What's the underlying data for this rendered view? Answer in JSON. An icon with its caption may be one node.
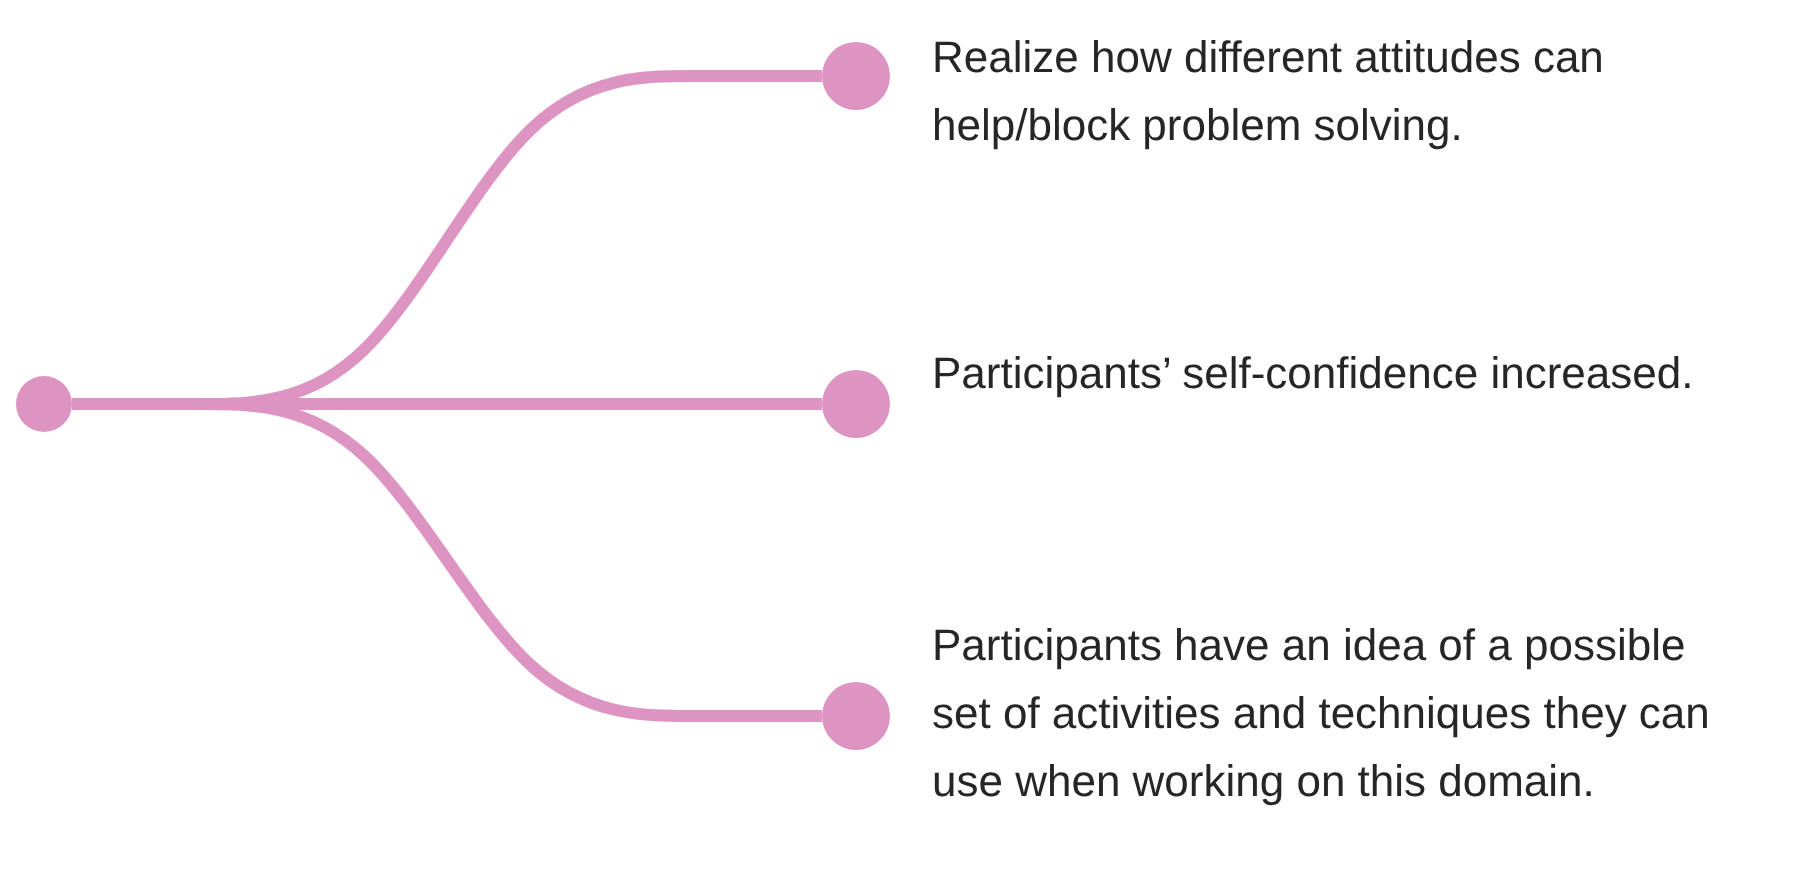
{
  "diagram": {
    "nodes": [
      {
        "text": [],
        "shape": "circle"
      },
      {
        "text": [],
        "shape": "circle",
        "beside": [
          "Realize how different attitudes can help/block problem solving."
        ]
      },
      {
        "text": [],
        "shape": "circle",
        "beside": [
          "Participants’ self-confidence increased."
        ]
      },
      {
        "text": [],
        "shape": "circle",
        "beside": [
          "Participants have an idea of a possible set of activities and techniques they can use when working on this domain."
        ]
      }
    ],
    "edges": [
      {
        "from": 0,
        "to": 1,
        "arrow": "none"
      },
      {
        "from": 0,
        "to": 2,
        "arrow": "none"
      },
      {
        "from": 0,
        "to": 3,
        "arrow": "none"
      }
    ]
  }
}
